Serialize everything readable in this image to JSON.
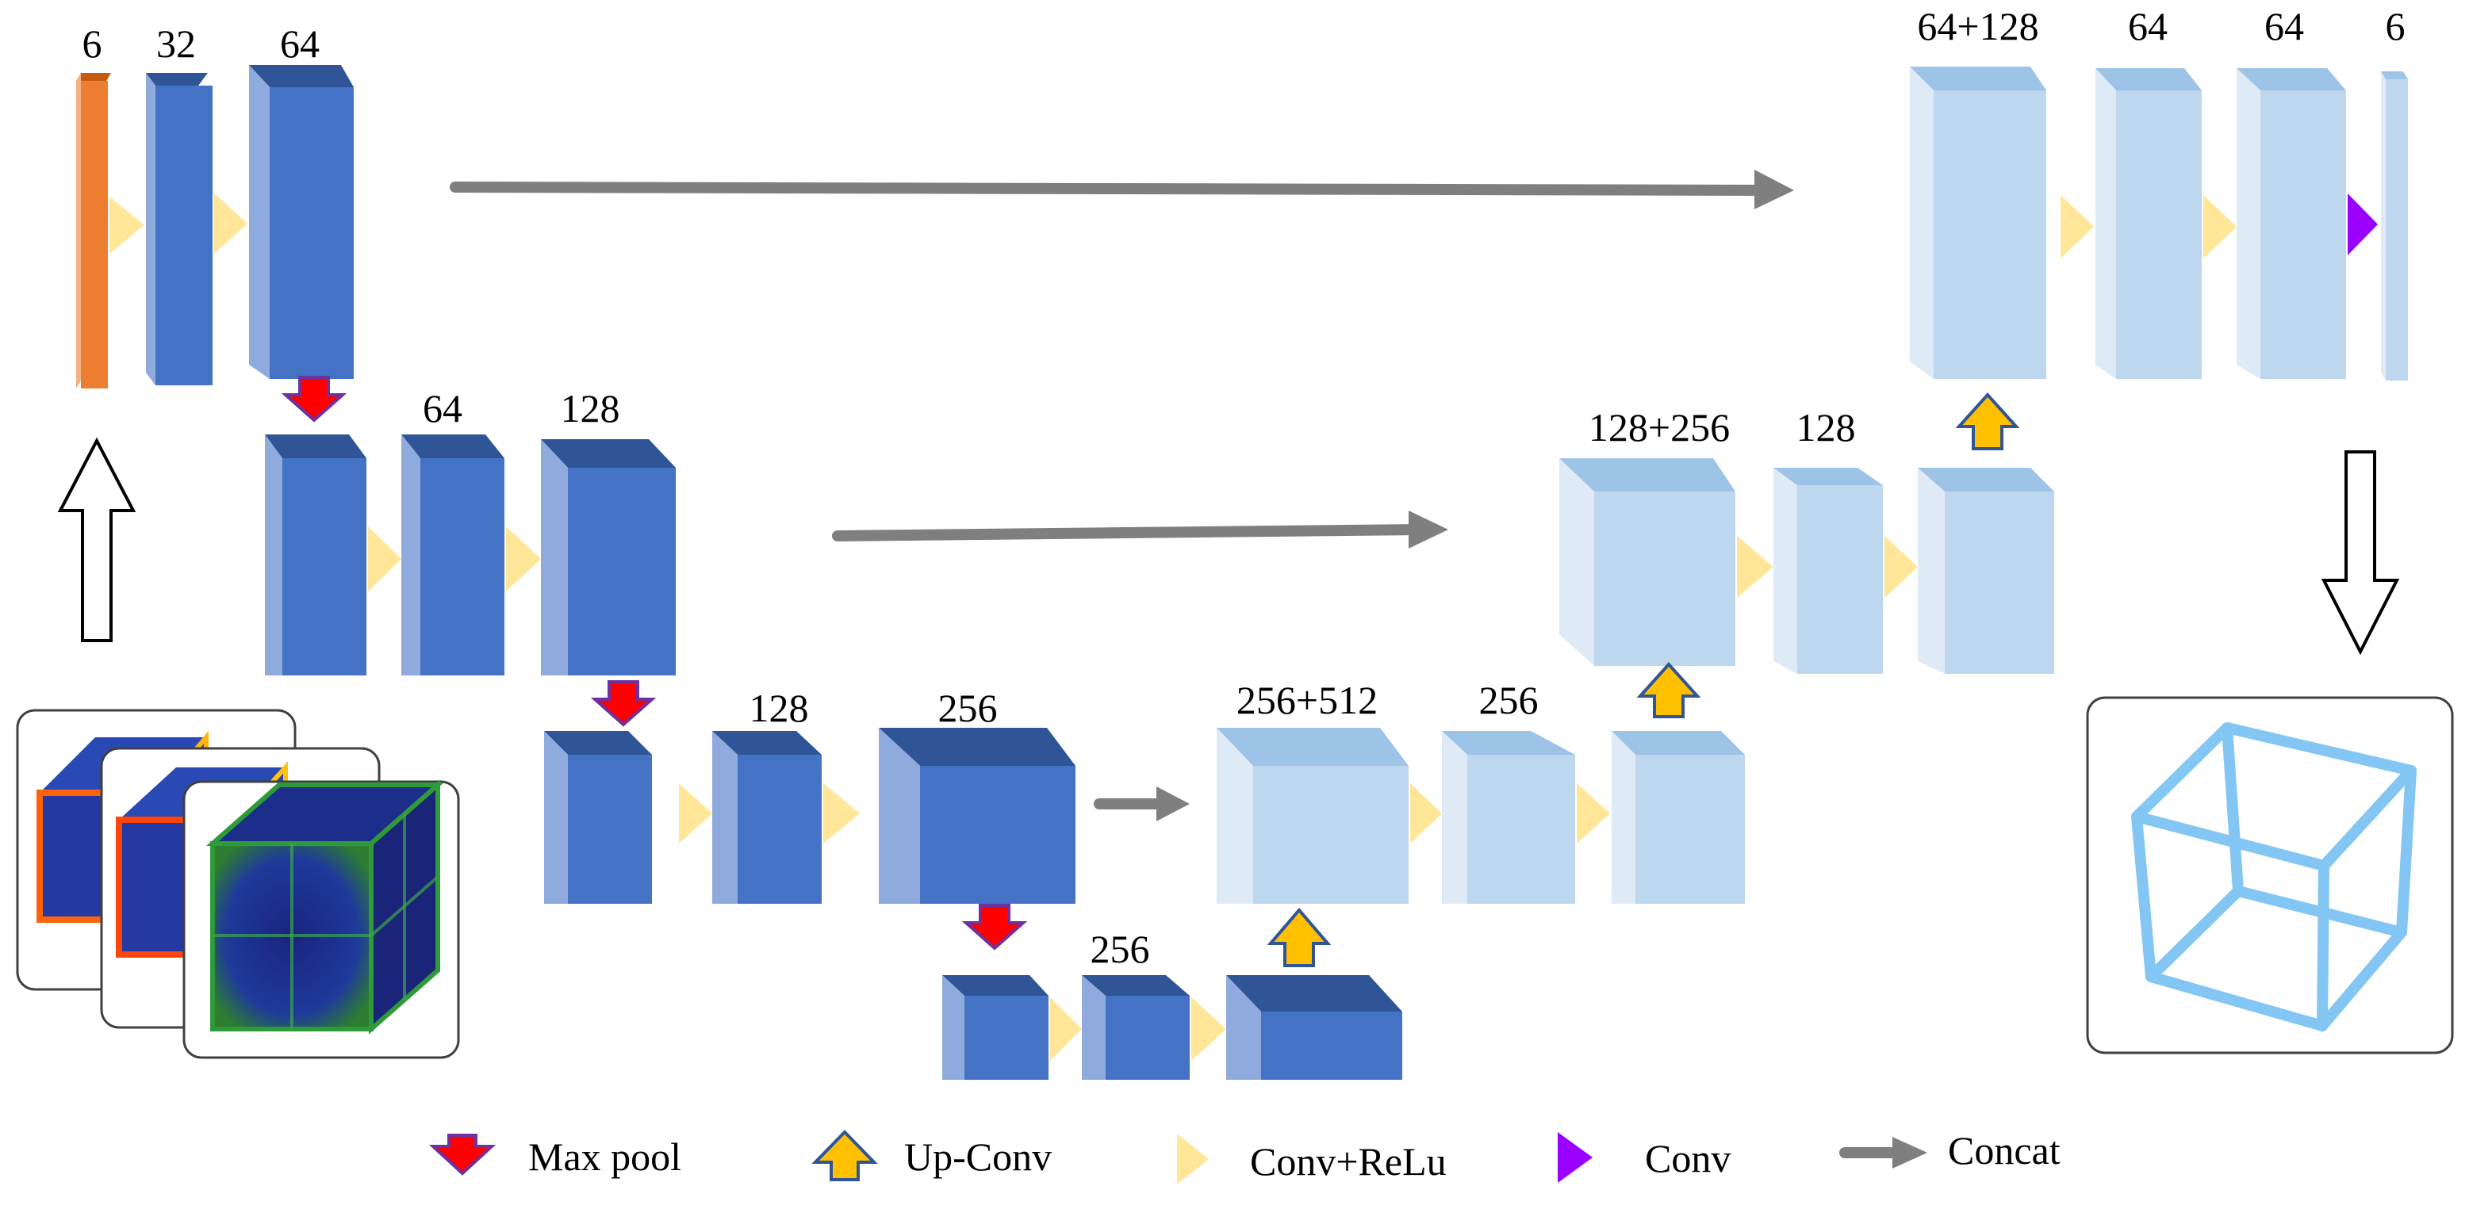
{
  "colors": {
    "encoder_front": "#4472c4",
    "encoder_top": "#2f5597",
    "encoder_side": "#8faadc",
    "decoder_front": "#bdd7ee",
    "decoder_top": "#9dc3e6",
    "decoder_side": "#deebf7",
    "input_front": "#ed7d31",
    "input_top": "#c55a11",
    "conv_relu": "#ffe699",
    "max_pool": "#ff0000",
    "up_conv": "#ffc000",
    "up_conv_stroke": "#2f5597",
    "conv": "#9900ff",
    "concat": "#7f7f7f"
  },
  "labels": {
    "in_6": "6",
    "enc1_32": "32",
    "enc1_64": "64",
    "enc2_64": "64",
    "enc2_128": "128",
    "enc3_128": "128",
    "enc3_256": "256",
    "bott_256": "256",
    "dec3_cat": "256+512",
    "dec3_256": "256",
    "dec2_cat": "128+256",
    "dec2_128": "128",
    "dec1_cat": "64+128",
    "dec1_64a": "64",
    "dec1_64b": "64",
    "out_6": "6"
  },
  "legend": {
    "max_pool": "Max pool",
    "up_conv": "Up-Conv",
    "conv_relu": "Conv+ReLu",
    "conv": "Conv",
    "concat": "Concat"
  },
  "icons": {
    "flow_in": "hollow-up-arrow-icon",
    "flow_out": "hollow-down-arrow-icon"
  }
}
